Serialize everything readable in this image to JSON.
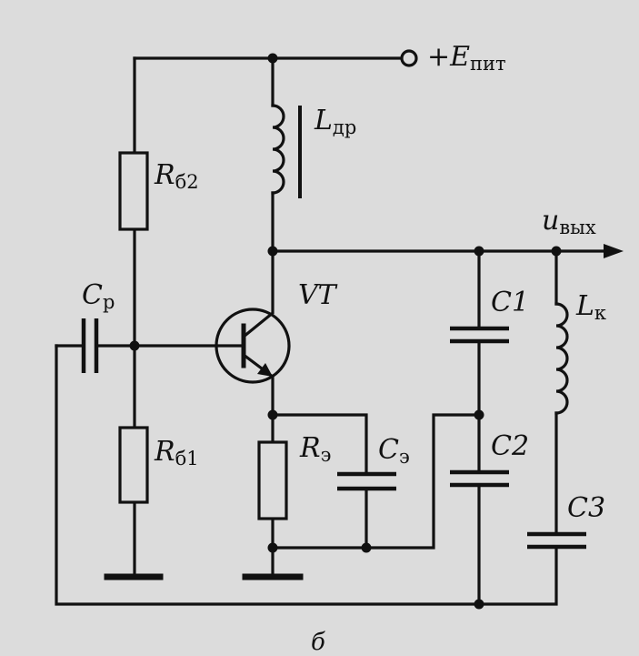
{
  "labels": {
    "supply_prefix": "+",
    "supply_main": "E",
    "supply_sub": "пит",
    "choke_main": "L",
    "choke_sub": "др",
    "rb2_main": "R",
    "rb2_sub": "б2",
    "rb1_main": "R",
    "rb1_sub": "б1",
    "cp_main": "C",
    "cp_sub": "р",
    "transistor": "VT",
    "re_main": "R",
    "re_sub": "э",
    "ce_main": "C",
    "ce_sub": "э",
    "c1": "C1",
    "c2": "C2",
    "c3": "C3",
    "lk_main": "L",
    "lk_sub": "к",
    "out_main": "u",
    "out_sub": "вых",
    "caption": "б"
  },
  "colors": {
    "background": "#dcdcdc",
    "ink": "#111111"
  }
}
